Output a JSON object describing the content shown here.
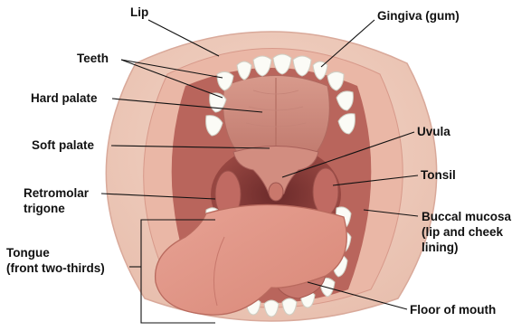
{
  "labels": {
    "lip": "Lip",
    "gingiva": "Gingiva (gum)",
    "teeth": "Teeth",
    "hard_palate": "Hard palate",
    "soft_palate": "Soft palate",
    "uvula": "Uvula",
    "tonsil": "Tonsil",
    "retromolar_line1": "Retromolar",
    "retromolar_line2": "trigone",
    "buccal_line1": "Buccal mucosa",
    "buccal_line2": "(lip and cheek",
    "buccal_line3": "lining)",
    "tongue_line1": "Tongue",
    "tongue_line2": "(front two-thirds)",
    "floor_of_mouth": "Floor of mouth"
  }
}
